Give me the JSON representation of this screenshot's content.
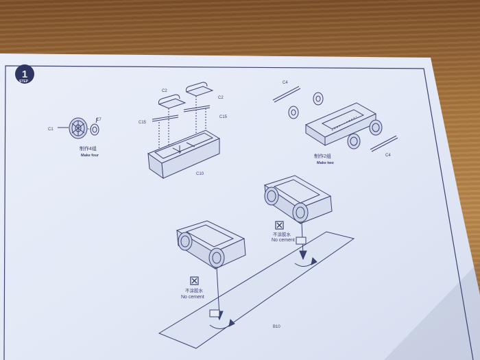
{
  "step": {
    "number": "1",
    "word": "STEP"
  },
  "parts": {
    "c1": "C1",
    "c7": "C7",
    "c2_left": "C2",
    "c2_right": "C2",
    "c15_left": "C15",
    "c15_right": "C15",
    "c10": "C10",
    "c4_top": "C4",
    "c4_bottom": "C4",
    "b10": "B10"
  },
  "captions": {
    "make_four_cn": "制作4组",
    "make_four_en": "Make four",
    "make_two_cn": "制作2组",
    "make_two_en": "Make two"
  },
  "notes": {
    "no_cement_cn": "不涂胶水",
    "no_cement_en": "No cement"
  },
  "colors": {
    "paper": "#e7ecf7",
    "ink": "#3a4270",
    "wood": "#a8763f"
  }
}
